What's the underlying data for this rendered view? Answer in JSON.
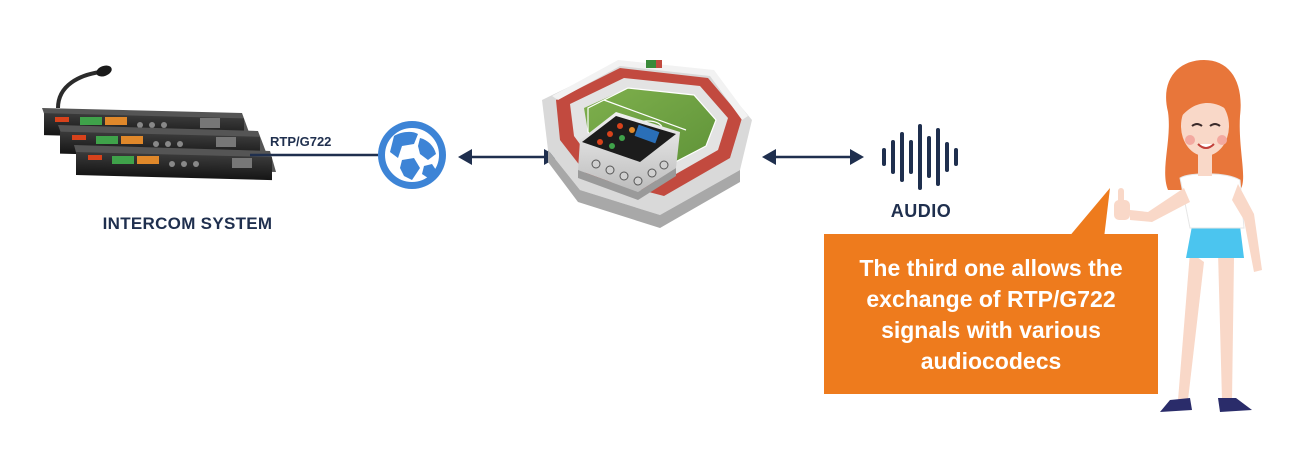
{
  "intercom": {
    "label": "INTERCOM SYSTEM"
  },
  "link": {
    "protocol_label": "RTP/G722"
  },
  "audio": {
    "label": "AUDIO"
  },
  "bubble": {
    "text": "The third one allows the exchange of RTP/G722 signals with various audiocodecs"
  },
  "colors": {
    "navy": "#1f2f4e",
    "bubble": "#ee7b1d",
    "globe": "#3d84d6",
    "hair": "#e8763a",
    "shirt": "#ffffff",
    "skirt": "#4bc5ef",
    "shoes": "#2a2c6a"
  },
  "icons": {
    "globe": "globe-icon",
    "audio": "sound-wave-icon",
    "arrows": "double-arrow-icon"
  }
}
